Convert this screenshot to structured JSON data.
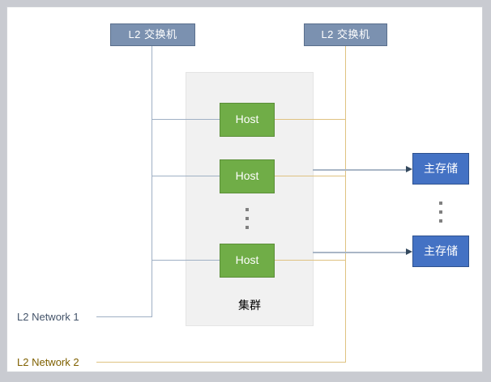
{
  "diagram": {
    "title": "L2 network cluster storage topology",
    "colors": {
      "switch_fill": "#7B91B0",
      "host_fill": "#70AD47",
      "storage_fill": "#4472C4",
      "cluster_fill": "#F1F1F1",
      "network1_line": "#9FB0C4",
      "network2_line": "#DFC281",
      "network1_text": "#44546A",
      "network2_text": "#7F6000",
      "paper": "#FFFFFF",
      "backdrop": "#C9CBD1"
    }
  },
  "switches": [
    {
      "label": "L2 交换机"
    },
    {
      "label": "L2 交换机"
    }
  ],
  "cluster": {
    "label": "集群",
    "hosts": [
      {
        "label": "Host"
      },
      {
        "label": "Host"
      },
      {
        "label": "Host"
      }
    ],
    "ellipsis": "⋮"
  },
  "storages": [
    {
      "label": "主存储"
    },
    {
      "label": "主存储"
    }
  ],
  "storage_ellipsis": "⋮",
  "networks": [
    {
      "label": "L2 Network 1"
    },
    {
      "label": "L2 Network 2"
    }
  ]
}
